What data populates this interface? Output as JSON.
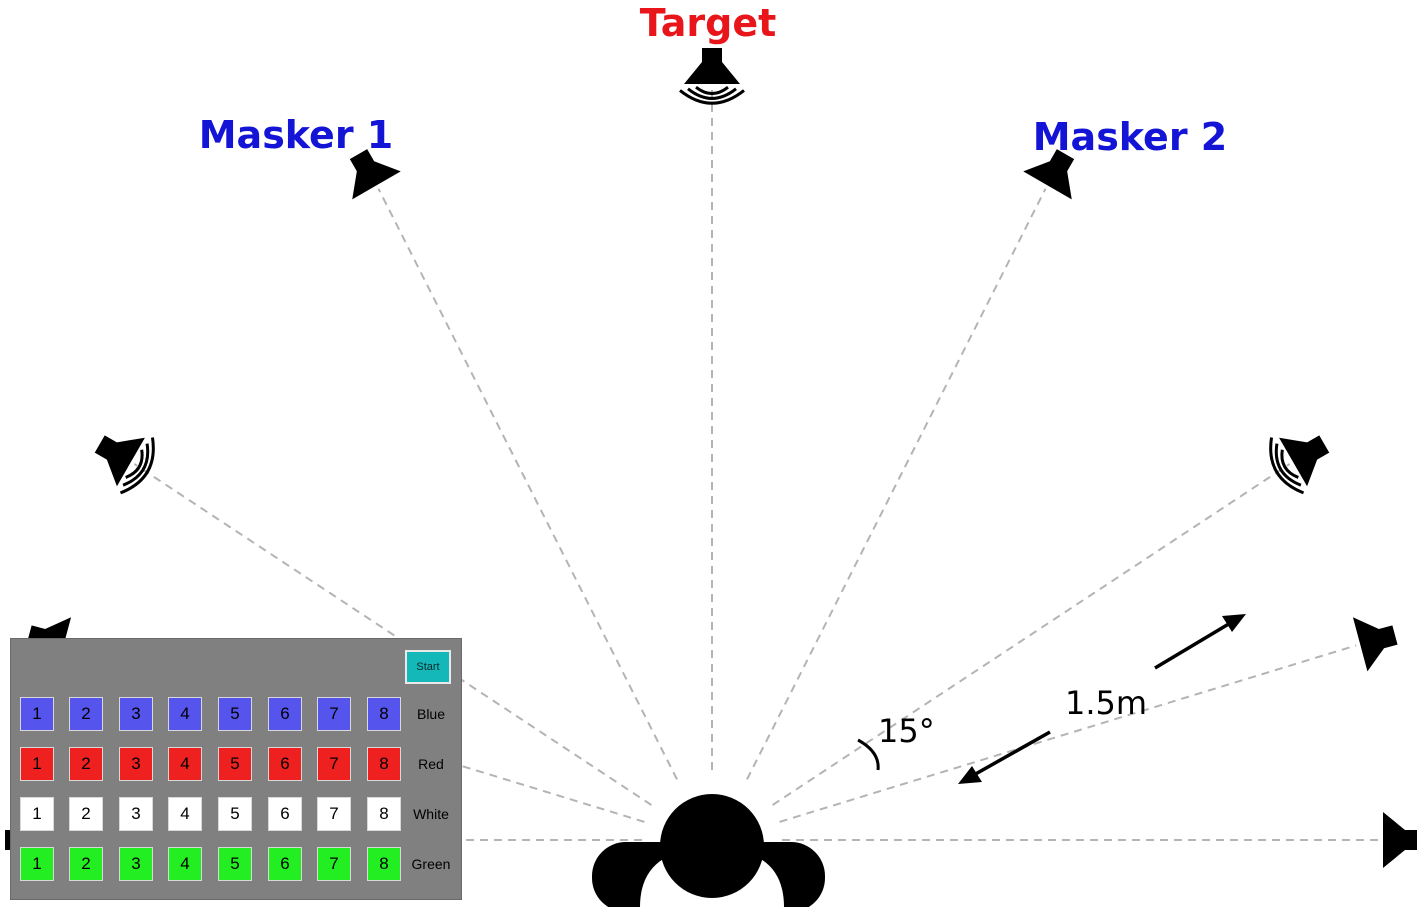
{
  "labels": {
    "target": "Target",
    "masker1": "Masker 1",
    "masker2": "Masker 2",
    "angle": "15°",
    "distance": "1.5m"
  },
  "colors": {
    "target": "#e8161b",
    "masker": "#1414d6",
    "line": "#b4b4b4",
    "speaker": "#000000"
  },
  "speakers": [
    {
      "angle": -90,
      "active": false
    },
    {
      "angle": -75,
      "active": false
    },
    {
      "angle": -60,
      "active": true,
      "role": "masker1"
    },
    {
      "angle": -30,
      "active": false
    },
    {
      "angle": 0,
      "active": true,
      "role": "target"
    },
    {
      "angle": 30,
      "active": false
    },
    {
      "angle": 60,
      "active": true,
      "role": "masker2"
    },
    {
      "angle": 75,
      "active": false
    },
    {
      "angle": 90,
      "active": false
    }
  ],
  "panel": {
    "start_label": "Start",
    "rows": [
      {
        "label": "Blue",
        "color": "#5555ee",
        "numbers": [
          "1",
          "2",
          "3",
          "4",
          "5",
          "6",
          "7",
          "8"
        ]
      },
      {
        "label": "Red",
        "color": "#ee2020",
        "numbers": [
          "1",
          "2",
          "3",
          "4",
          "5",
          "6",
          "7",
          "8"
        ]
      },
      {
        "label": "White",
        "color": "#ffffff",
        "numbers": [
          "1",
          "2",
          "3",
          "4",
          "5",
          "6",
          "7",
          "8"
        ]
      },
      {
        "label": "Green",
        "color": "#22ee22",
        "numbers": [
          "1",
          "2",
          "3",
          "4",
          "5",
          "6",
          "7",
          "8"
        ]
      }
    ]
  }
}
